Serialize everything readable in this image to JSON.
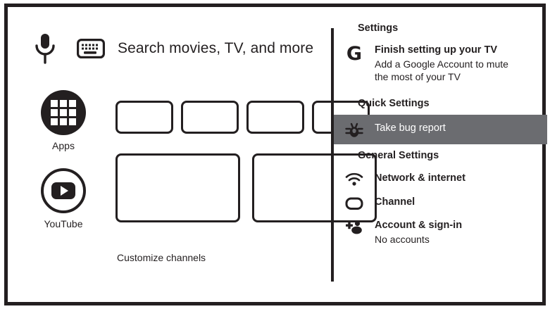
{
  "colors": {
    "ink": "#231f20",
    "highlight": "#6b6c70",
    "page": "#ffffff"
  },
  "home": {
    "search": {
      "mic_icon": "microphone-icon",
      "keyboard_icon": "keyboard-icon",
      "placeholder": "Search movies, TV, and more"
    },
    "launcher": [
      {
        "label": "Apps",
        "icon": "apps-grid-icon"
      },
      {
        "label": "YouTube",
        "icon": "youtube-play-icon"
      }
    ],
    "small_tiles": [
      {
        "name": "app-tile-1"
      },
      {
        "name": "app-tile-2"
      },
      {
        "name": "app-tile-3"
      },
      {
        "name": "app-tile-4"
      }
    ],
    "large_tiles": [
      {
        "name": "channel-tile-1"
      },
      {
        "name": "channel-tile-2"
      }
    ],
    "customize_label": "Customize channels"
  },
  "panel": {
    "title": "Settings",
    "account_promo": {
      "icon": "google-g-icon",
      "title": "Finish setting up your TV",
      "subtitle": "Add a Google Account to mute the most of your TV"
    },
    "quick_settings": {
      "heading": "Quick Settings",
      "items": [
        {
          "label": "Take bug report",
          "icon": "bug-icon",
          "selected": true
        }
      ]
    },
    "general_settings": {
      "heading": "General Settings",
      "items": [
        {
          "label": "Network & internet",
          "icon": "wifi-icon",
          "sub": ""
        },
        {
          "label": "Channel",
          "icon": "channel-icon",
          "sub": ""
        },
        {
          "label": "Account & sign-in",
          "icon": "add-account-icon",
          "sub": "No accounts"
        }
      ]
    }
  }
}
